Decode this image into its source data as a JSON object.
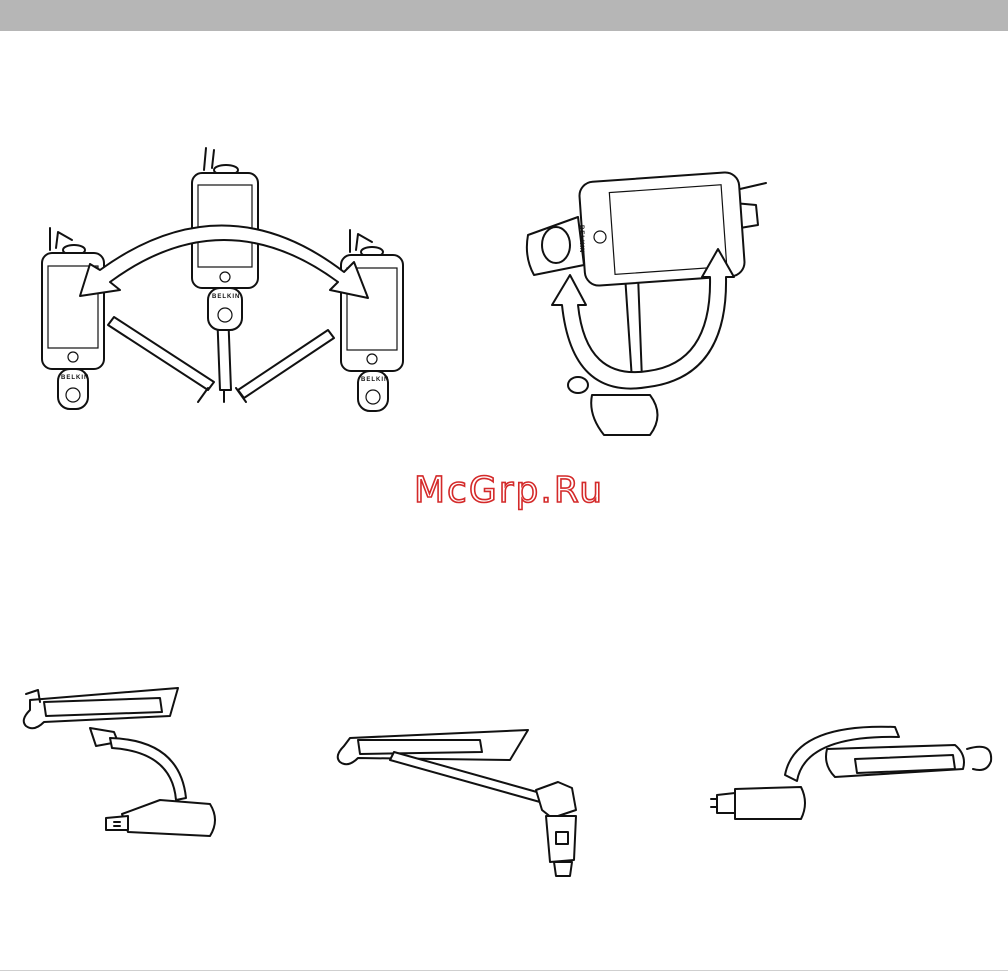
{
  "header": {
    "bar_color": "#b6b6b6"
  },
  "brand_marks": {
    "device_logo": "BELKIN"
  },
  "watermark": {
    "text": "McGrp.Ru",
    "color": "#d42a2a"
  },
  "illustrations": [
    {
      "id": "swivel",
      "icon": "swivel-rotation-illustration"
    },
    {
      "id": "rotate",
      "icon": "portrait-landscape-rotation-illustration"
    },
    {
      "id": "mount-left",
      "icon": "car-mount-illustration"
    },
    {
      "id": "mount-center",
      "icon": "car-mount-illustration"
    },
    {
      "id": "mount-right",
      "icon": "car-mount-illustration"
    }
  ]
}
